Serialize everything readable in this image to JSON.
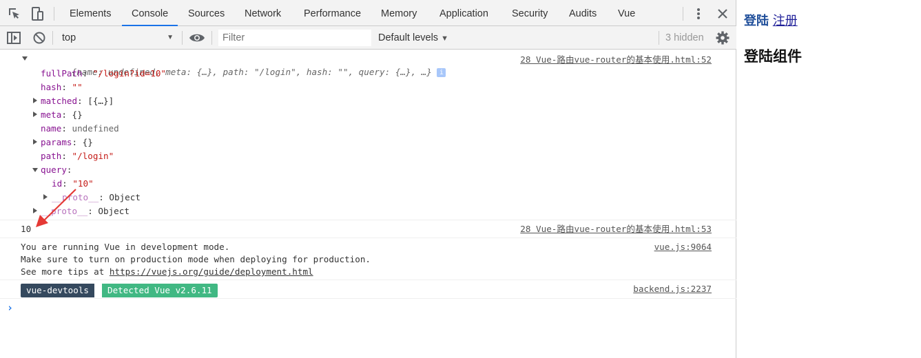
{
  "tabs": [
    "Elements",
    "Console",
    "Sources",
    "Network",
    "Performance",
    "Memory",
    "Application",
    "Security",
    "Audits",
    "Vue"
  ],
  "toolbar": {
    "context": "top",
    "filter_placeholder": "Filter",
    "levels": "Default levels",
    "hidden": "3 hidden"
  },
  "console": {
    "obj_summary": "{name: undefined, meta: {…}, path: \"/login\", hash: \"\", query: {…}, …}",
    "props": {
      "fullPath_key": "fullPath",
      "fullPath_val": "\"/login?id=10\"",
      "hash_key": "hash",
      "hash_val": "\"\"",
      "matched_key": "matched",
      "matched_val": "[{…}]",
      "meta_key": "meta",
      "meta_val": "{}",
      "name_key": "name",
      "name_val": "undefined",
      "params_key": "params",
      "params_val": "{}",
      "path_key": "path",
      "path_val": "\"/login\"",
      "query_key": "query",
      "id_key": "id",
      "id_val": "\"10\"",
      "proto_key": "__proto__",
      "proto_val": "Object"
    },
    "source1": "28 Vue-路由vue-router的基本使用.html:52",
    "value_out": "10",
    "source2": "28 Vue-路由vue-router的基本使用.html:53",
    "vue_line1": "You are running Vue in development mode.",
    "vue_line2": "Make sure to turn on production mode when deploying for production.",
    "vue_line3_prefix": "See more tips at ",
    "vue_line3_link": "https://vuejs.org/guide/deployment.html",
    "source3": "vue.js:9064",
    "badge_left": "vue-devtools",
    "badge_right": "Detected Vue v2.6.11",
    "source4": "backend.js:2237"
  },
  "page": {
    "link_login": "登陆",
    "link_register": "注册",
    "heading": "登陆组件"
  },
  "colors": {
    "accent": "#1a73e8",
    "vue_dark": "#35495e",
    "vue_green": "#41b883",
    "arrow": "#e53935"
  }
}
